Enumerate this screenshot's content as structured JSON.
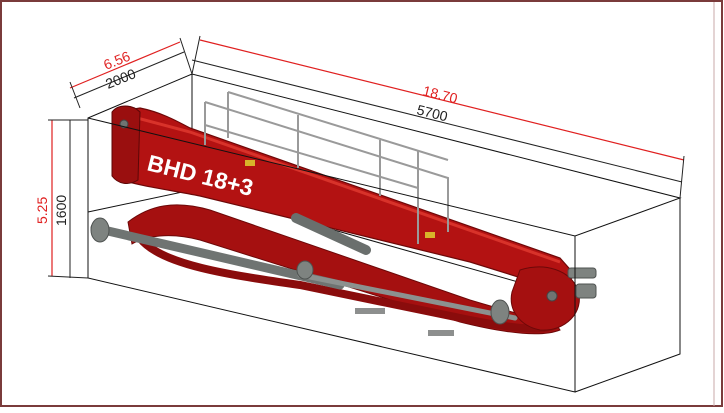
{
  "product_label": "BHD 18+3",
  "dimensions": {
    "width": {
      "feet": "6.56",
      "mm": "2000"
    },
    "length": {
      "feet": "18.70",
      "mm": "5700"
    },
    "height": {
      "feet": "5.25",
      "mm": "1600"
    }
  },
  "colors": {
    "frame_border": "#7a3b3b",
    "box_edge": "#111111",
    "dimension_red": "#e02020",
    "dimension_black": "#222222",
    "boom_red": "#b31212",
    "boom_dark": "#7d0a0a",
    "boom_highlight": "#d8322a",
    "cylinder_gray": "#6f7472",
    "railing_gray": "#9a9a9a",
    "hinge_yellow": "#d8b42a"
  }
}
